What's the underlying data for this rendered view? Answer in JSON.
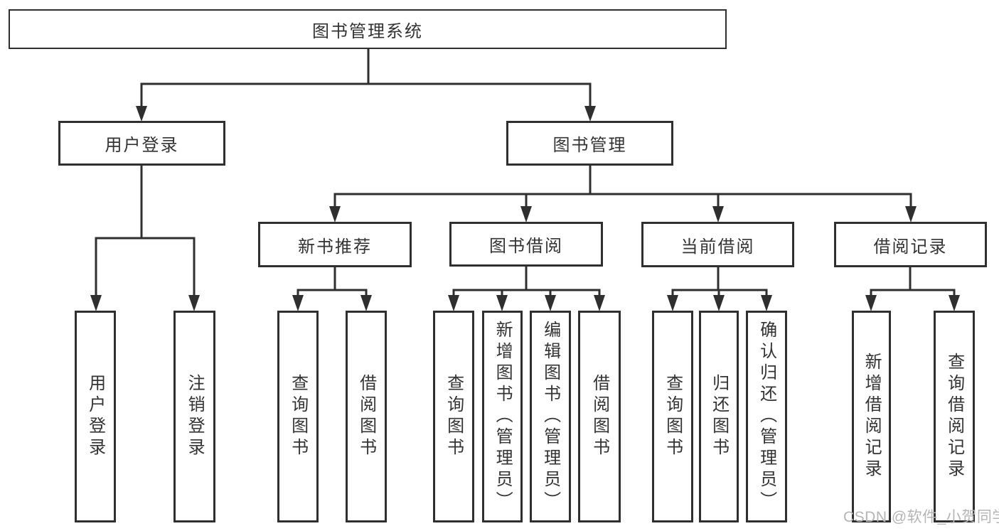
{
  "diagram": {
    "root": "图书管理系统",
    "user_login": {
      "label": "用户登录",
      "children": [
        "用户登录",
        "注销登录"
      ]
    },
    "book_mgmt": {
      "label": "图书管理",
      "sections": [
        {
          "label": "新书推荐",
          "children": [
            "查询图书",
            "借阅图书"
          ]
        },
        {
          "label": "图书借阅",
          "children": [
            "查询图书",
            "新增图书（管理员）",
            "编辑图书（管理员）",
            "借阅图书"
          ]
        },
        {
          "label": "当前借阅",
          "children": [
            "查询图书",
            "归还图书",
            "确认归还（管理员）"
          ]
        },
        {
          "label": "借阅记录",
          "children": [
            "新增借阅记录",
            "查询借阅记录"
          ]
        }
      ]
    }
  },
  "watermark": {
    "text": "CSDN @软件_小贺同学"
  },
  "colors": {
    "line": "#2f2f2f",
    "text": "#333333",
    "watermark": "#b5b5b5"
  }
}
